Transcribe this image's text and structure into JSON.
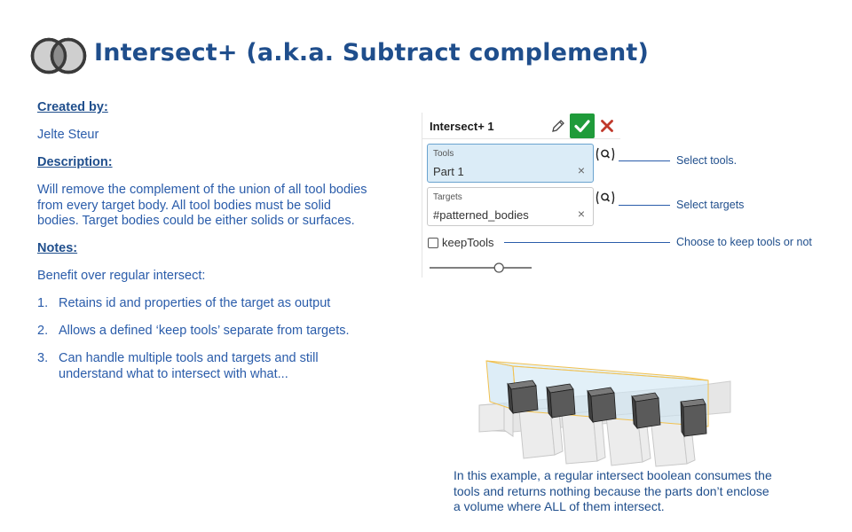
{
  "title": "Intersect+ (a.k.a. Subtract complement)",
  "logo_icon": "venn-intersect-icon",
  "created_by": {
    "heading": "Created by:",
    "author": "Jelte Steur"
  },
  "description": {
    "heading": "Description:",
    "lines": [
      "Will remove the complement of the union of all tool bodies",
      "from every target body. All tool bodies must be solid",
      "bodies. Target bodies could be either solids or surfaces."
    ]
  },
  "notes": {
    "heading": "Notes:",
    "intro": "Benefit over regular intersect:",
    "items": [
      {
        "num": "1.",
        "lines": [
          "Retains id and properties of the target as output"
        ]
      },
      {
        "num": "2.",
        "lines": [
          "Allows a defined ‘keep tools’ separate from targets."
        ]
      },
      {
        "num": "3.",
        "lines": [
          "Can handle multiple tools and targets and still",
          "understand what to intersect with what..."
        ]
      }
    ]
  },
  "dialog": {
    "title": "Intersect+ 1",
    "tools": {
      "label": "Tools",
      "value": "Part 1",
      "clear": "×"
    },
    "targets": {
      "label": "Targets",
      "value": "#patterned_bodies",
      "clear": "×"
    },
    "keep_tools": {
      "label": "keepTools",
      "checked": false
    },
    "slider_value": 0.68
  },
  "callouts": {
    "tools": "Select tools.",
    "targets": "Select targets",
    "keep": "Choose to keep tools or not"
  },
  "caption": [
    "In this example, a regular intersect boolean consumes the",
    "tools and returns nothing because the parts don’t enclose",
    "a volume where ALL of them intersect."
  ],
  "colors": {
    "text_blue": "#2a5caa",
    "title_blue": "#1f4e8c",
    "confirm_green": "#1f9b3a",
    "cancel_red": "#c0392b",
    "tool_box": "#cfe6f3",
    "tool_border": "#f2c14e"
  }
}
